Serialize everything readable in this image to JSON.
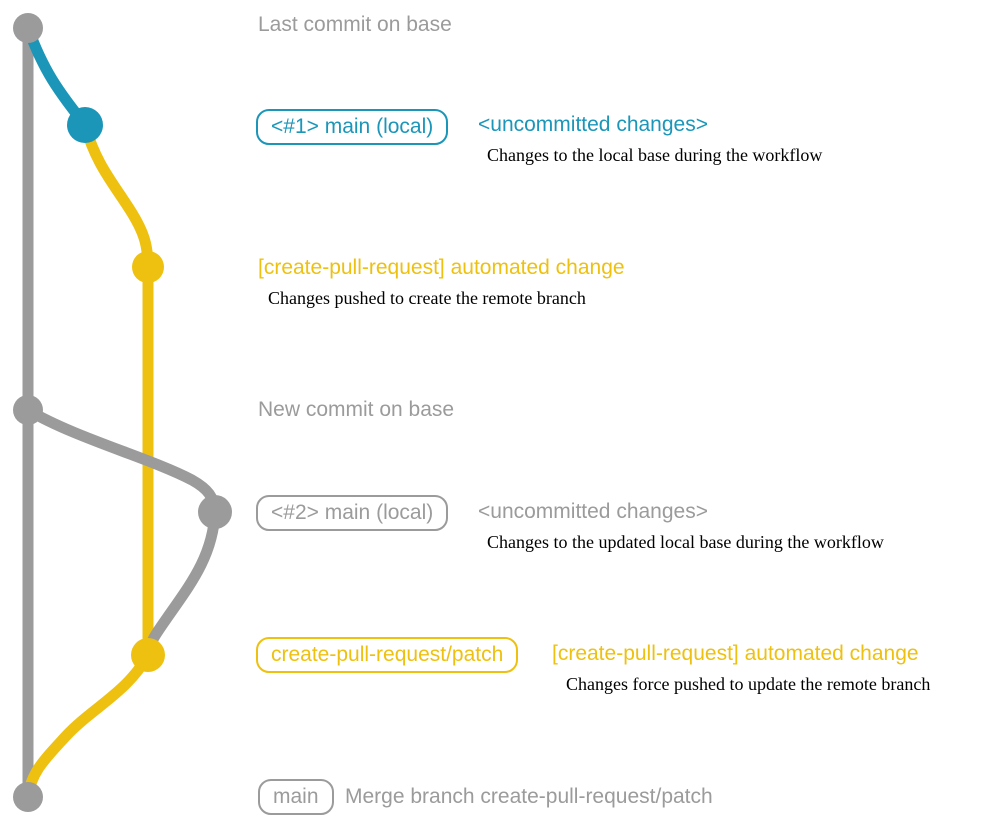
{
  "colors": {
    "gray": "#9b9b9b",
    "teal": "#1b96b9",
    "yellow": "#eec111",
    "desc_text": "#000000",
    "background": "#ffffff"
  },
  "annotations": {
    "top": "Last commit on base",
    "middle": "New commit on base"
  },
  "rows": {
    "r1": {
      "badge": "<#1> main (local)",
      "title": "<uncommitted changes>",
      "desc": "Changes to the local base during the workflow"
    },
    "r2": {
      "title": "[create-pull-request] automated change",
      "desc": "Changes pushed to create the remote branch"
    },
    "r3": {
      "badge": "<#2> main (local)",
      "title": "<uncommitted changes>",
      "desc": "Changes to the updated local base during the workflow"
    },
    "r4": {
      "badge": "create-pull-request/patch",
      "title": "[create-pull-request] automated change",
      "desc": "Changes force pushed to update the remote branch"
    },
    "r5": {
      "badge": "main",
      "title": "Merge branch create-pull-request/patch"
    }
  },
  "graph": {
    "branches": [
      {
        "id": "main-base-line",
        "color": "gray"
      },
      {
        "id": "local-uncommitted-branch-1",
        "color": "teal"
      },
      {
        "id": "create-pull-request-patch-branch",
        "color": "yellow"
      },
      {
        "id": "local-uncommitted-branch-2",
        "color": "gray"
      },
      {
        "id": "merge-back-branch",
        "color": "yellow"
      }
    ],
    "nodes": [
      {
        "id": "last-commit-on-base",
        "color": "gray"
      },
      {
        "id": "uncommitted-changes-1",
        "color": "teal"
      },
      {
        "id": "automated-change-1",
        "color": "yellow"
      },
      {
        "id": "new-commit-on-base",
        "color": "gray"
      },
      {
        "id": "uncommitted-changes-2",
        "color": "gray"
      },
      {
        "id": "automated-change-2",
        "color": "yellow"
      },
      {
        "id": "merge-commit",
        "color": "gray"
      }
    ]
  }
}
